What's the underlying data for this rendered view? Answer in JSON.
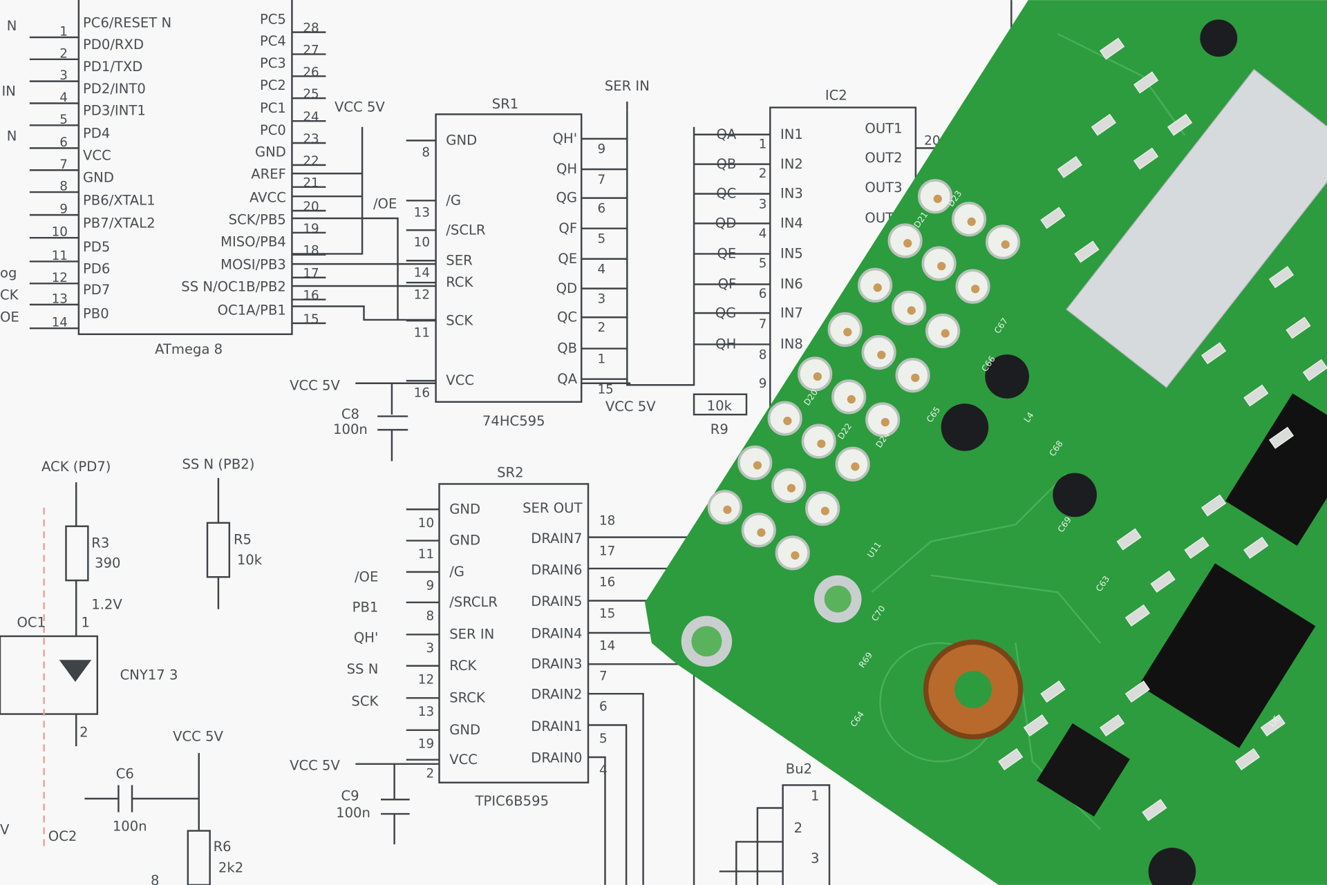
{
  "atmega8": {
    "name": "ATmega 8",
    "left_pins": [
      "PC6/RESET N",
      "PD0/RXD",
      "PD1/TXD",
      "PD2/INT0",
      "PD3/INT1",
      "PD4",
      "VCC",
      "GND",
      "PB6/XTAL1",
      "PB7/XTAL2",
      "PD5",
      "PD6",
      "PD7",
      "PB0"
    ],
    "left_nums": [
      "1",
      "2",
      "3",
      "4",
      "5",
      "6",
      "7",
      "8",
      "9",
      "10",
      "11",
      "12",
      "13",
      "14"
    ],
    "right_pins": [
      "PC5",
      "PC4",
      "PC3",
      "PC2",
      "PC1",
      "PC0",
      "GND",
      "AREF",
      "AVCC",
      "SCK/PB5",
      "MISO/PB4",
      "MOSI/PB3",
      "SS N/OC1B/PB2",
      "OC1A/PB1"
    ],
    "right_nums": [
      "28",
      "27",
      "26",
      "25",
      "24",
      "23",
      "22",
      "21",
      "20",
      "19",
      "18",
      "17",
      "16",
      "15"
    ]
  },
  "sr1": {
    "ref": "SR1",
    "part": "74HC595",
    "left_pins": [
      "GND",
      "/G",
      "/SCLR",
      "SER",
      "RCK",
      "SCK",
      "VCC"
    ],
    "left_nums": [
      "8",
      "13",
      "10",
      "14",
      "12",
      "11",
      "16"
    ],
    "right_pins": [
      "QH'",
      "QH",
      "QG",
      "QF",
      "QE",
      "QD",
      "QC",
      "QB",
      "QA"
    ],
    "right_nums": [
      "9",
      "7",
      "6",
      "5",
      "4",
      "3",
      "2",
      "1",
      "15"
    ]
  },
  "ic2": {
    "ref": "IC2",
    "in_nets": [
      "QA",
      "QB",
      "QC",
      "QD",
      "QE",
      "QF",
      "QG",
      "QH"
    ],
    "inputs": [
      "IN1",
      "IN2",
      "IN3",
      "IN4",
      "IN5",
      "IN6",
      "IN7",
      "IN8"
    ],
    "input_nums": [
      "1",
      "2",
      "3",
      "4",
      "5",
      "6",
      "7",
      "8",
      "9"
    ],
    "outputs": [
      "OUT1",
      "OUT2",
      "OUT3",
      "OUT"
    ],
    "output_nums": [
      "20"
    ]
  },
  "sr2": {
    "ref": "SR2",
    "part": "TPIC6B595",
    "left_pins": [
      "GND",
      "GND",
      "/G",
      "/SRCLR",
      "SER IN",
      "RCK",
      "SRCK",
      "GND",
      "VCC"
    ],
    "left_nums": [
      "10",
      "11",
      "9",
      "8",
      "3",
      "12",
      "13",
      "19",
      "2"
    ],
    "right_pins": [
      "SER OUT",
      "DRAIN7",
      "DRAIN6",
      "DRAIN5",
      "DRAIN4",
      "DRAIN3",
      "DRAIN2",
      "DRAIN1",
      "DRAIN0"
    ],
    "right_nums": [
      "18",
      "17",
      "16",
      "15",
      "14",
      "7",
      "6",
      "5",
      "4"
    ]
  },
  "labels": [
    "SER IN",
    "VCC 5V",
    "/OE",
    "VCC 5V",
    "C8",
    "100n",
    "VCC 5V",
    "10k",
    "R9",
    "ACK (PD7)",
    "SS N (PB2)",
    "R3",
    "390",
    "R5",
    "10k",
    "1.2V",
    "OC1",
    "1",
    "CNY17 3",
    "2",
    "VCC 5V",
    "C6",
    "100n",
    "R6",
    "2k2",
    "OC2",
    "8",
    "/OE",
    "PB1",
    "QH'",
    "SS N",
    "SCK",
    "VCC 5V",
    "C9",
    "100n",
    "Bu2",
    "1",
    "2",
    "3",
    "N",
    "IN",
    "N",
    "og",
    "CK",
    "OE",
    "V"
  ],
  "pcb": {
    "board_color": "#2c9c3e",
    "silk_color": "#e8f3e6",
    "silkscreen": [
      "U11",
      "C70",
      "R69",
      "C64",
      "L4",
      "C65",
      "C66",
      "C67",
      "C68",
      "C69",
      "D20",
      "D21",
      "D22",
      "D23",
      "D24",
      "U6",
      "C63"
    ]
  }
}
